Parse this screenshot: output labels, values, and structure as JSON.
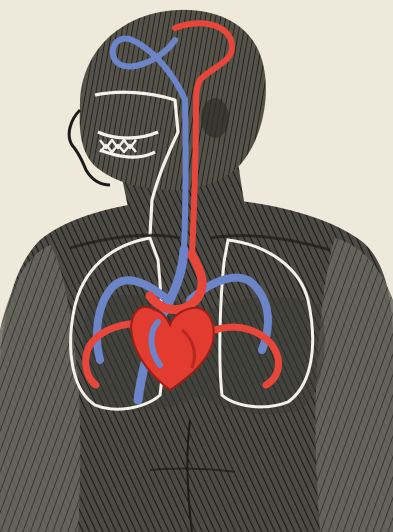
{
  "colors": {
    "background": "#efe9dc",
    "body_fill": "#4b4a45",
    "body_shadow": "#2f2e2b",
    "engraving_lines": "#1c1b19",
    "highlight": "#8a887f",
    "arterial_red": "#e8463a",
    "venous_blue": "#6c84c8",
    "heart_red": "#e23b2f",
    "outline_white": "#f4f1ea"
  },
  "diagram": {
    "subject": "human-circulatory-system",
    "icons": {
      "heart": "heart-icon",
      "lungs": "lungs-outline",
      "brain_loop": "brain-vessel-loop"
    }
  }
}
